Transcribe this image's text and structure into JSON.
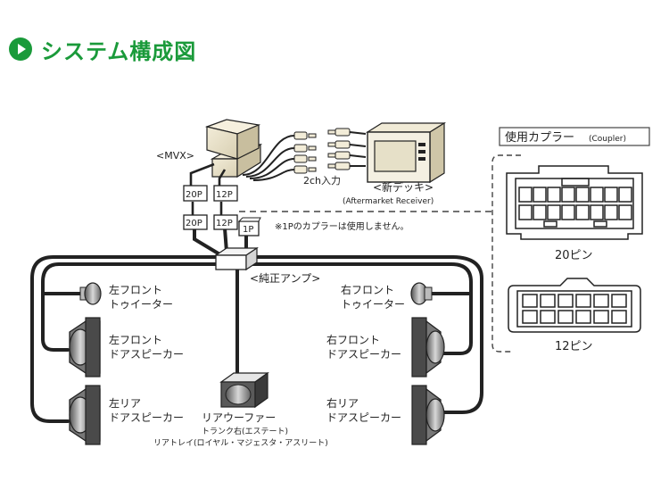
{
  "header": {
    "title": "システム構成図",
    "icon": "play-circle-icon",
    "accent": "#1a9a3a"
  },
  "diagram": {
    "mvx": "<MVX>",
    "connector_20p": "20P",
    "connector_12p": "12P",
    "connector_1p": "1P",
    "input_2ch": "2ch入力",
    "new_deck": "<新デッキ>",
    "new_deck_en": "(Aftermarket Receiver)",
    "note_1p": "※1Pのカプラーは使用しません。",
    "oem_amp": "<純正アンプ>",
    "left_front_tweeter": [
      "左フロント",
      "トゥイーター"
    ],
    "right_front_tweeter": [
      "右フロント",
      "トゥイーター"
    ],
    "left_front_door": [
      "左フロント",
      "ドアスピーカー"
    ],
    "right_front_door": [
      "右フロント",
      "ドアスピーカー"
    ],
    "left_rear_door": [
      "左リア",
      "ドアスピーカー"
    ],
    "right_rear_door": [
      "右リア",
      "ドアスピーカー"
    ],
    "subwoofer": "リアウーファー",
    "subwoofer_note1": "トランク右(エステート)",
    "subwoofer_note2": "リアトレイ(ロイヤル・マジェスタ・アスリート)"
  },
  "couplers": {
    "title": "使用カプラー",
    "title_en": "(Coupler)",
    "pin20": "20ピン",
    "pin12": "12ピン"
  }
}
